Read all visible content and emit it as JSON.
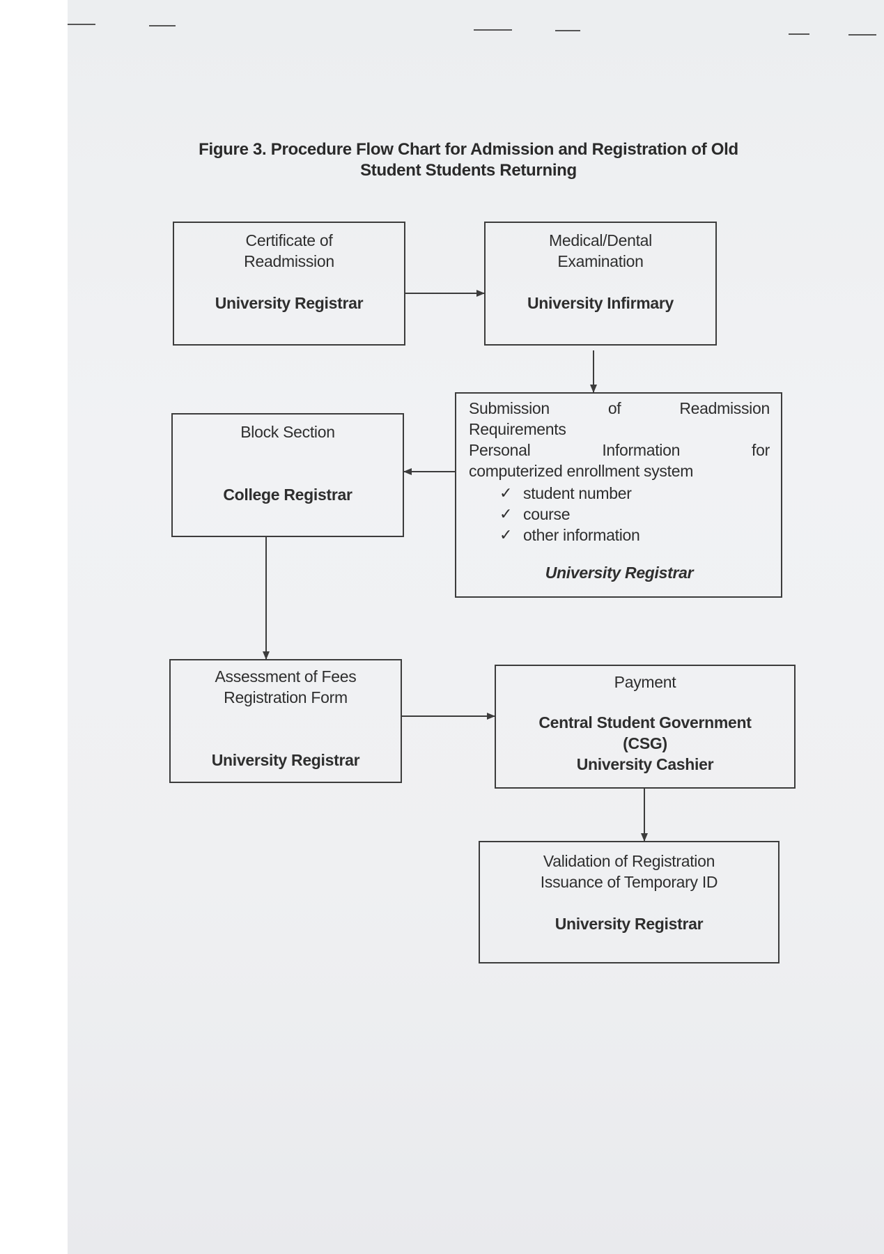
{
  "figure_title": {
    "line1": "Figure 3. Procedure Flow Chart for Admission and Registration of Old",
    "line2": "Student Students Returning"
  },
  "boxes": {
    "certificate": {
      "line1": "Certificate of",
      "line2": "Readmission",
      "office": "University Registrar"
    },
    "medical": {
      "line1": "Medical/Dental",
      "line2": "Examination",
      "office": "University Infirmary"
    },
    "submission": {
      "row1": [
        "Submission",
        "of",
        "Readmission"
      ],
      "line2": "Requirements",
      "row3": [
        "Personal",
        "Information",
        "for"
      ],
      "line4": "computerized enrollment system",
      "checklist": [
        "student number",
        "course",
        "other information"
      ],
      "check_symbol": "✓",
      "office": "University Registrar"
    },
    "block_section": {
      "line1": "Block Section",
      "office": "College Registrar"
    },
    "assessment": {
      "line1": "Assessment of Fees",
      "line2": "Registration Form",
      "office": "University Registrar"
    },
    "payment": {
      "line1": "Payment",
      "office1": "Central Student Government",
      "office2": "(CSG)",
      "office3": "University Cashier"
    },
    "validation": {
      "line1": "Validation of Registration",
      "line2": "Issuance of Temporary ID",
      "office": "University Registrar"
    }
  }
}
